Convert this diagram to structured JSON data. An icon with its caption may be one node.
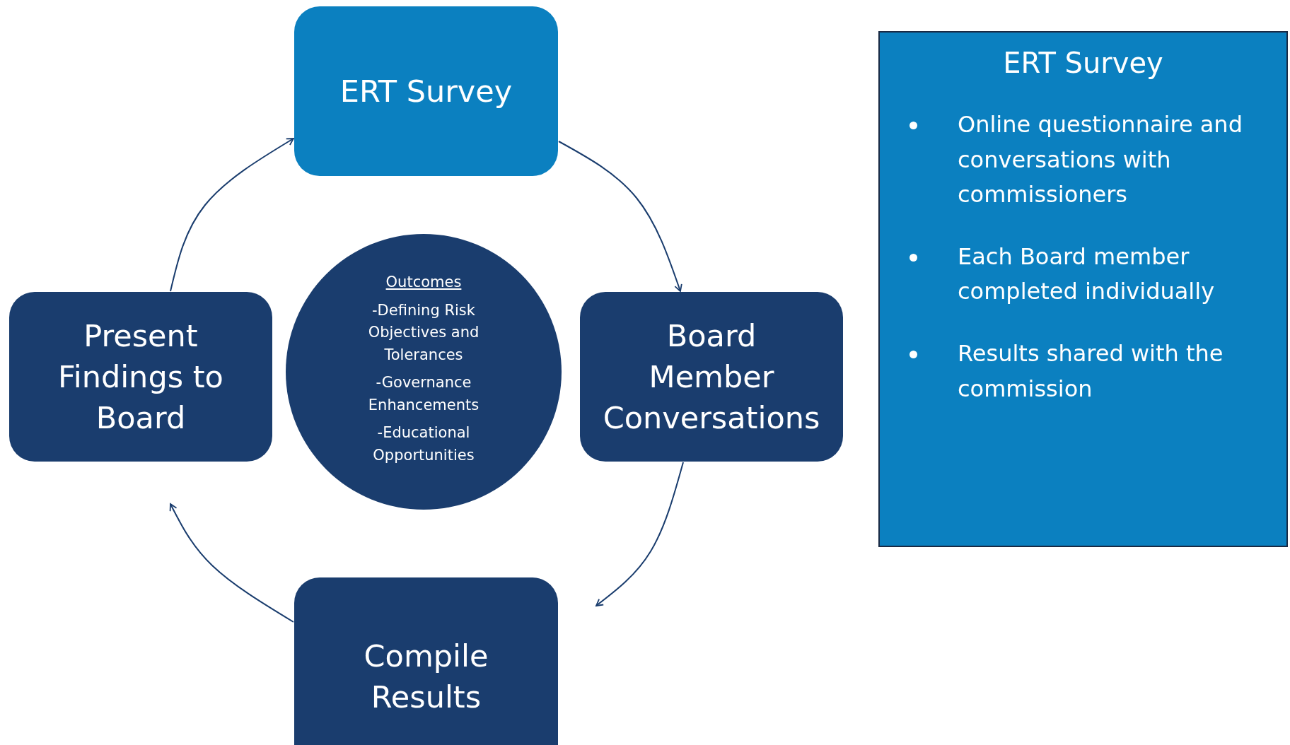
{
  "diagram": {
    "nodes": [
      {
        "text": [
          "ERT Survey"
        ]
      },
      {
        "text": [
          "Board Member Conversations"
        ]
      },
      {
        "text": [
          "Compile Results"
        ]
      },
      {
        "text": [
          "Present Findings to Board"
        ]
      },
      {
        "text": [
          "Outcomes",
          "-Defining Risk Objectives and Tolerances",
          "-Governance Enhancements",
          "-Educational Opportunities"
        ]
      },
      {
        "text": [
          "ERT Survey",
          "Online questionnaire and conversations with commissioners",
          "Each Board member completed individually",
          "Results shared with the commission"
        ]
      }
    ],
    "edges": [
      {
        "from": 0,
        "to": 1,
        "arrow": "to"
      },
      {
        "from": 1,
        "to": 2,
        "arrow": "to"
      },
      {
        "from": 2,
        "to": 3,
        "arrow": "to"
      },
      {
        "from": 3,
        "to": 0,
        "arrow": "to"
      }
    ]
  }
}
